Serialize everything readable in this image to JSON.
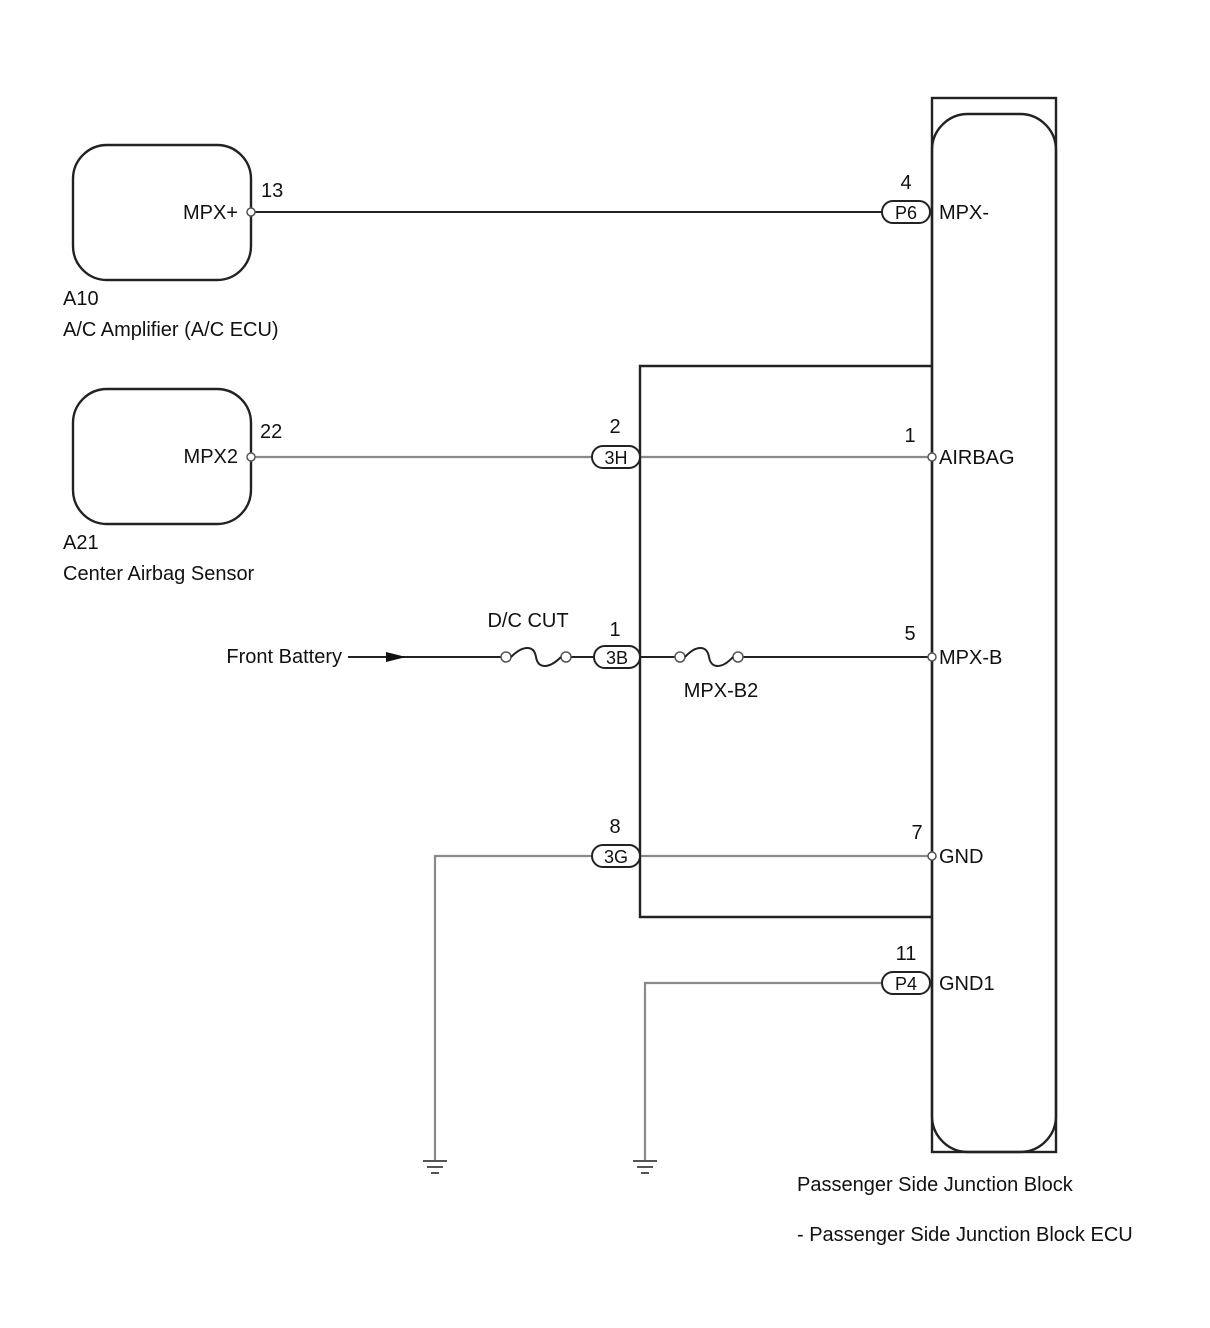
{
  "components": {
    "ac_amp": {
      "id": "A10",
      "name": "A/C Amplifier (A/C ECU)",
      "pin_label": "MPX+",
      "pin_no": "13"
    },
    "airbag": {
      "id": "A21",
      "name": "Center Airbag Sensor",
      "pin_label": "MPX2",
      "pin_no": "22"
    },
    "jb": {
      "name": "Passenger Side Junction Block",
      "subname": "- Passenger Side Junction Block ECU"
    }
  },
  "jb_pins": {
    "mpx_minus": {
      "label": "MPX-",
      "no": "4",
      "connector": "P6"
    },
    "airbag": {
      "label": "AIRBAG",
      "no": "1"
    },
    "mpx_b": {
      "label": "MPX-B",
      "no": "5"
    },
    "gnd": {
      "label": "GND",
      "no": "7"
    },
    "gnd1": {
      "label": "GND1",
      "no": "11",
      "connector": "P4"
    }
  },
  "inner_connectors": {
    "h3": {
      "code": "3H",
      "no": "2"
    },
    "b3": {
      "code": "3B",
      "no": "1"
    },
    "g3": {
      "code": "3G",
      "no": "8"
    }
  },
  "power": {
    "source": "Front Battery",
    "fuse1": "D/C CUT",
    "fuse2": "MPX-B2"
  }
}
